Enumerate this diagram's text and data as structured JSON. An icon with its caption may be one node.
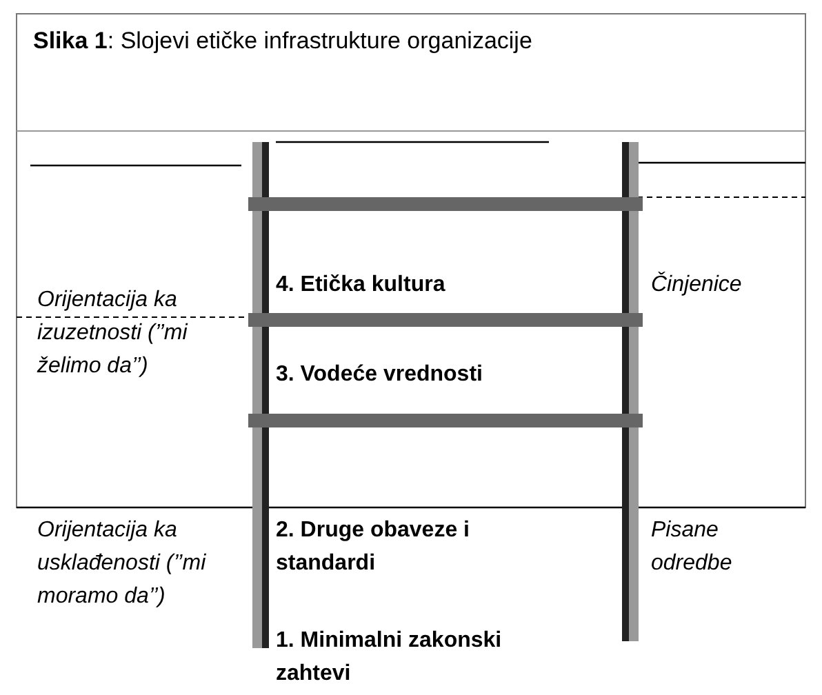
{
  "diagram": {
    "title": "**Slika 1**: Slojevi etičke infrastrukture organizacije",
    "labels": [
      "Orijentacija ka izuzetnosti (’’mi želimo da’’)",
      "4. Etička kultura",
      "Činjenice",
      "3. Vodeće vrednosti",
      "Orijentacija ka usklađenosti (’’mi moramo da’’)",
      "2. Druge obaveze i standardi",
      "Pisane odredbe",
      "1. Minimalni zakonski zahtevi"
    ]
  }
}
